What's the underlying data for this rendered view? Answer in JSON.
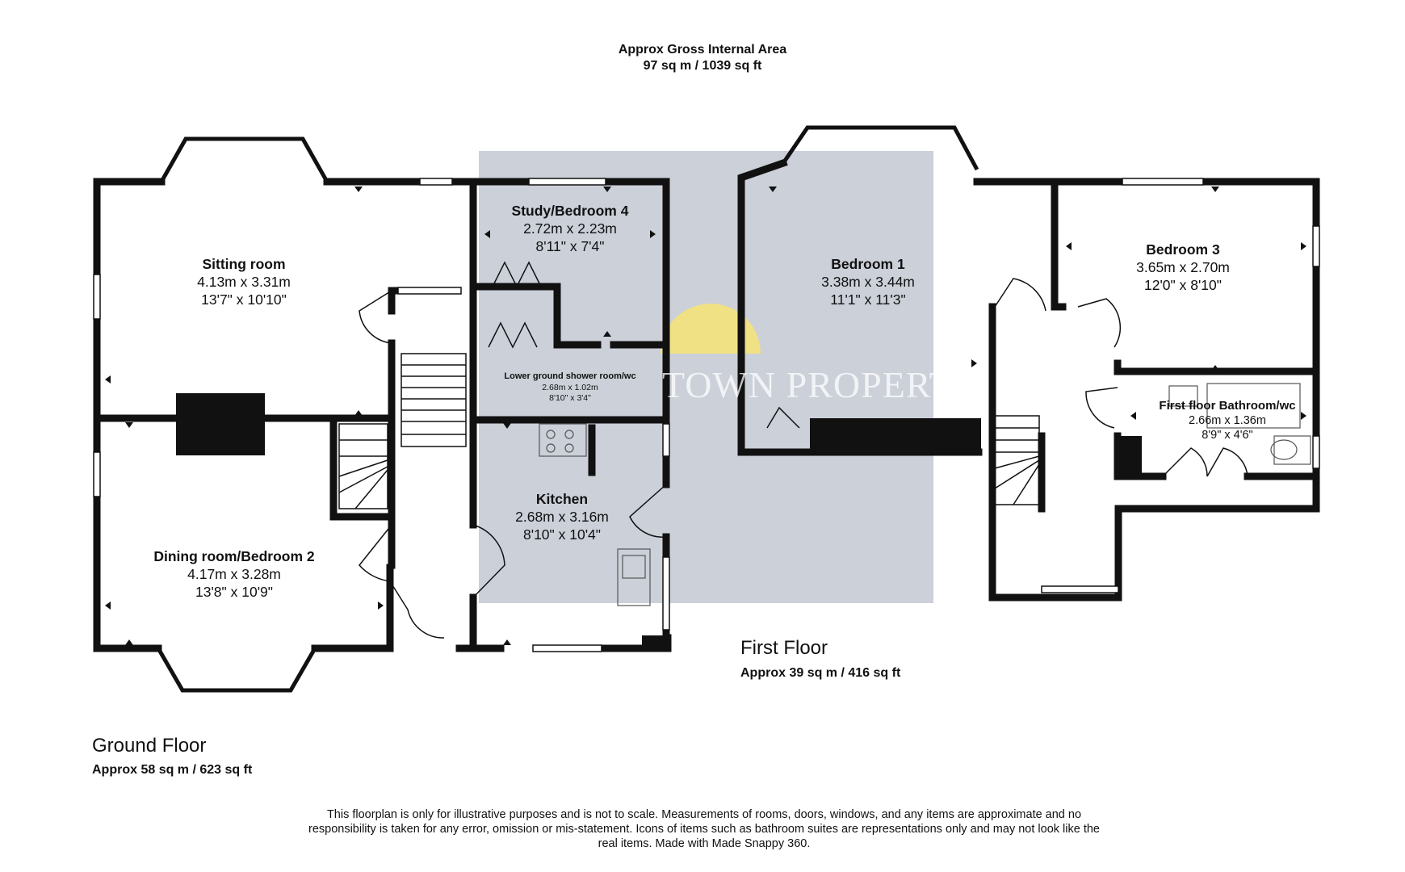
{
  "header": {
    "title": "Approx Gross Internal Area",
    "area": "97 sq m / 1039 sq ft"
  },
  "ground_floor": {
    "title": "Ground Floor",
    "area": "Approx 58 sq m / 623 sq ft",
    "rooms": [
      {
        "name": "Sitting room",
        "metric": "4.13m x 3.31m",
        "imperial": "13'7\" x 10'10\""
      },
      {
        "name": "Study/Bedroom 4",
        "metric": "2.72m x 2.23m",
        "imperial": "8'11\" x 7'4\""
      },
      {
        "name": "Lower ground shower room/wc",
        "metric": "2.68m x 1.02m",
        "imperial": "8'10\" x 3'4\""
      },
      {
        "name": "Kitchen",
        "metric": "2.68m x 3.16m",
        "imperial": "8'10\" x 10'4\""
      },
      {
        "name": "Dining room/Bedroom 2",
        "metric": "4.17m x 3.28m",
        "imperial": "13'8\" x 10'9\""
      }
    ]
  },
  "first_floor": {
    "title": "First Floor",
    "area": "Approx 39 sq m / 416 sq ft",
    "rooms": [
      {
        "name": "Bedroom 1",
        "metric": "3.38m x 3.44m",
        "imperial": "11'1\" x 11'3\""
      },
      {
        "name": "Bedroom 3",
        "metric": "3.65m x 2.70m",
        "imperial": "12'0\" x 8'10\""
      },
      {
        "name": "First floor Bathroom/wc",
        "metric": "2.66m x 1.36m",
        "imperial": "8'9\" x 4'6\""
      }
    ]
  },
  "watermark": "TOWN PROPERTY",
  "disclaimer": "This floorplan is only for illustrative purposes and is not to scale. Measurements of rooms, doors, windows, and any items are approximate and no responsibility is taken for any error, omission or mis-statement. Icons of items such as bathroom suites are representations only and may not look like the real items. Made with Made Snappy 360.",
  "colors": {
    "wall": "#111111",
    "watermark_panel": "#b9c0cc",
    "watermark_sun": "#f4e27a"
  }
}
